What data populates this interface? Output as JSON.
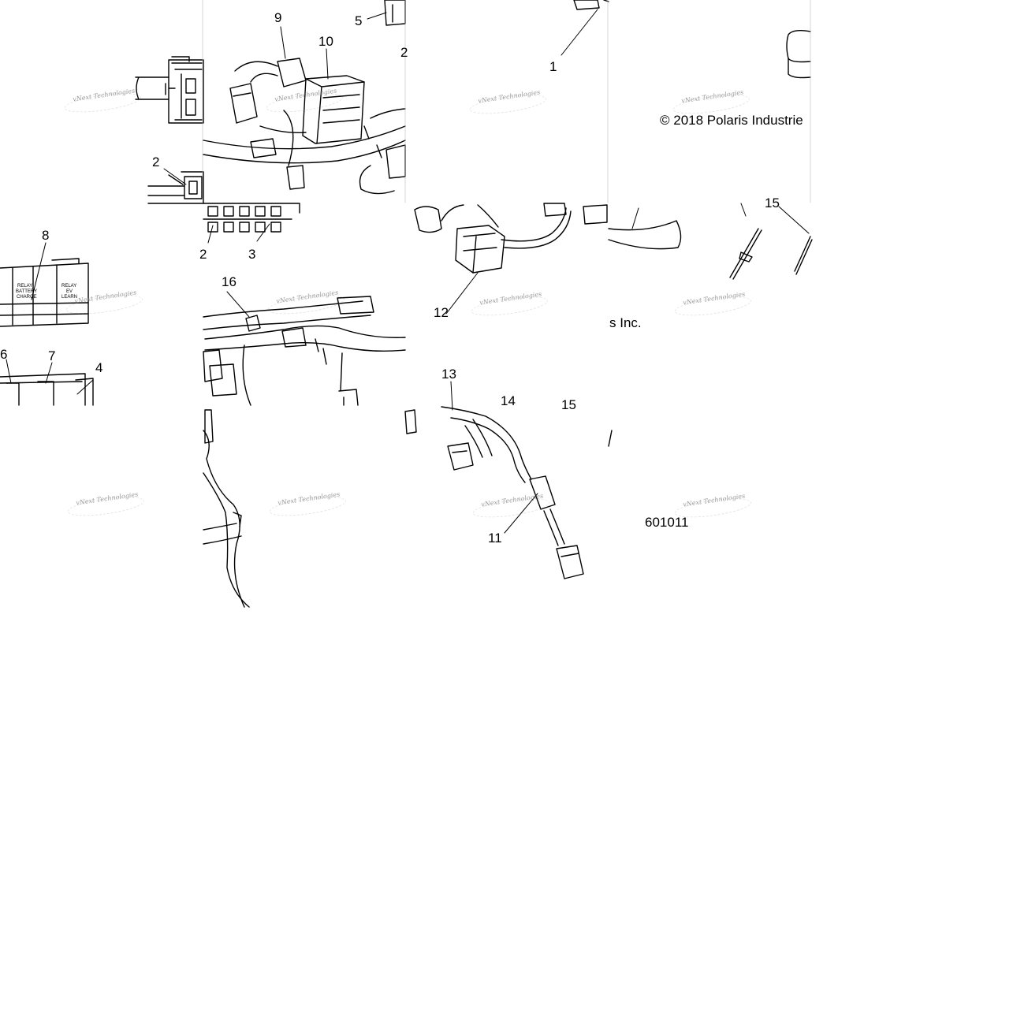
{
  "diagram": {
    "callouts": {
      "c1": "1",
      "c2a": "2",
      "c2b": "2",
      "c2c": "2",
      "c3": "3",
      "c4": "4",
      "c5": "5",
      "c6": "6",
      "c7": "7",
      "c8": "8",
      "c9": "9",
      "c10": "10",
      "c11": "11",
      "c12": "12",
      "c13": "13",
      "c14": "14",
      "c15a": "15",
      "c15b": "15",
      "c16": "16"
    },
    "copyright_left": "© 2018 Polaris Industrie",
    "copyright_right": "s Inc.",
    "figure_number": "601011",
    "watermark_text": "vNext Technologies",
    "fuse_box_labels": {
      "relay_battery": "RELAY",
      "battery": "BATTERY",
      "charge": "CHARGE",
      "relay_ev": "RELAY",
      "ev": "EV",
      "learn": "LEARN"
    },
    "colors": {
      "line": "#000000",
      "watermark": "#777777",
      "background": "#ffffff"
    }
  }
}
